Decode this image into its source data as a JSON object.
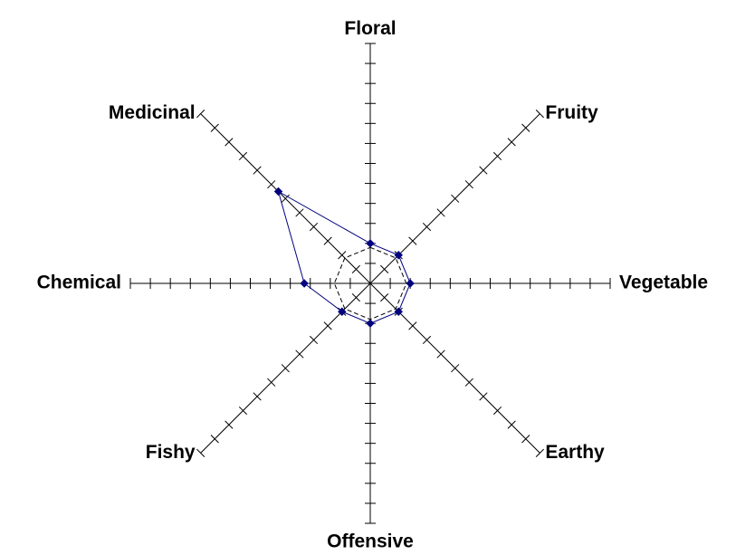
{
  "chart_data": {
    "type": "radar",
    "axes": [
      "Floral",
      "Fruity",
      "Vegetable",
      "Earthy",
      "Offensive",
      "Fishy",
      "Chemical",
      "Medicinal"
    ],
    "range": [
      0,
      12
    ],
    "tick_count": 12,
    "grid": false,
    "legend": "none",
    "series": [
      {
        "values": [
          2,
          2,
          2,
          2,
          2,
          2,
          3.3,
          6.5
        ],
        "color": "#000080",
        "marker": "diamond"
      },
      {
        "values": [
          1.8,
          1.8,
          1.8,
          1.8,
          1.8,
          1.8,
          1.8,
          1.8
        ],
        "color": "#000000",
        "line_style": "dashed",
        "marker": "none"
      }
    ]
  }
}
